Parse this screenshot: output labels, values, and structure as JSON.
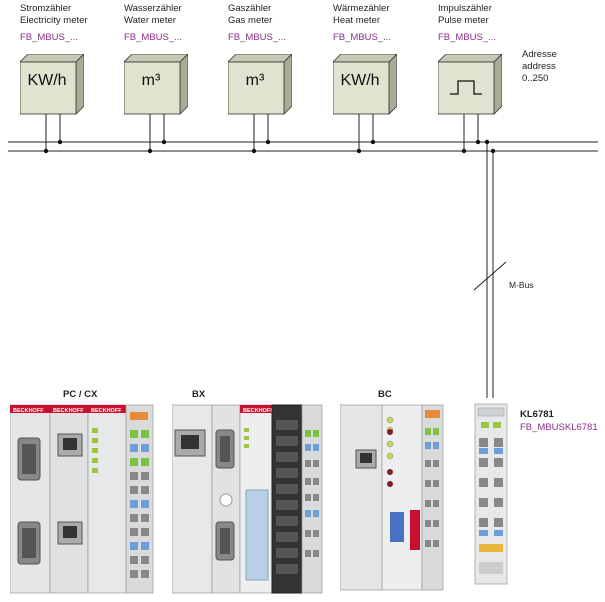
{
  "meters": [
    {
      "line1": "Stromzähler",
      "line2": "Electricity meter",
      "fb": "FB_MBUS_...",
      "display": "KW/h"
    },
    {
      "line1": "Wasserzähler",
      "line2": "Water meter",
      "fb": "FB_MBUS_...",
      "display": "m³"
    },
    {
      "line1": "Gaszähler",
      "line2": "Gas meter",
      "fb": "FB_MBUS_...",
      "display": "m³"
    },
    {
      "line1": "Wärmezähler",
      "line2": "Heat meter",
      "fb": "FB_MBUS_...",
      "display": "KW/h"
    },
    {
      "line1": "Impulszähler",
      "line2": "Pulse meter",
      "fb": "FB_MBUS_...",
      "display": "pulse-icon"
    }
  ],
  "address": {
    "line1": "Adresse",
    "line2": "address",
    "line3": "0..250"
  },
  "bus": {
    "label": "M-Bus"
  },
  "controllers": {
    "pc_cx": "PC / CX",
    "bx": "BX",
    "bc": "BC"
  },
  "terminal": {
    "title": "KL6781",
    "fb": "FB_MBUSKL6781"
  },
  "brand": "BECKHOFF",
  "colors": {
    "fb": "#8a2f8a",
    "meter_face": "#dfe3cf",
    "meter_side": "#a9ad97",
    "meter_top": "#c6cab4"
  }
}
